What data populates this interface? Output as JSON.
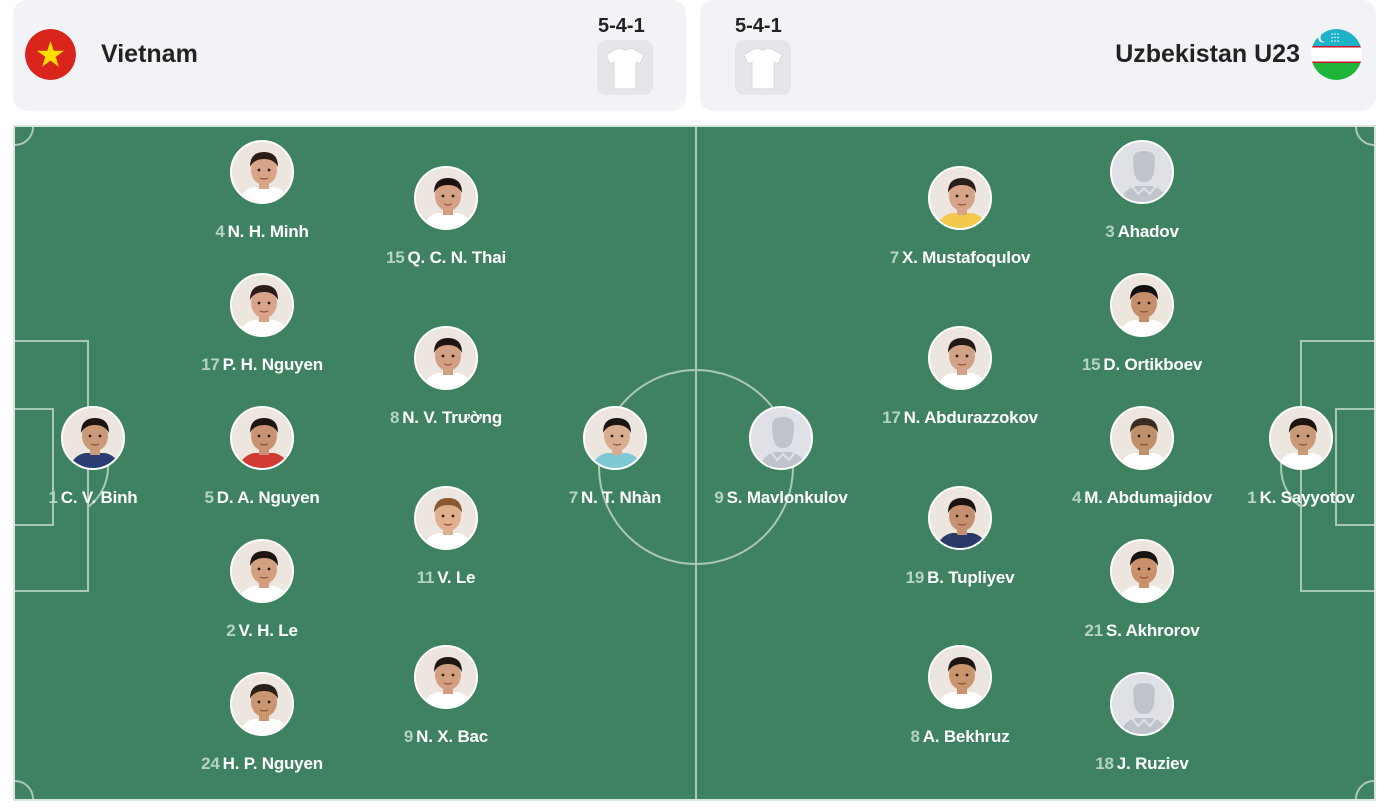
{
  "home": {
    "name": "Vietnam",
    "formation": "5-4-1",
    "flag": "vietnam-flag",
    "players": [
      {
        "number": "1",
        "name": "C. V. Binh",
        "photo": true,
        "skin": "#c99a78",
        "hair": "#1b1410",
        "shirt": "#2b3e73"
      },
      {
        "number": "4",
        "name": "N. H. Minh",
        "photo": true,
        "skin": "#d9a588",
        "hair": "#2a1c16",
        "shirt": "#ffffff"
      },
      {
        "number": "17",
        "name": "P. H. Nguyen",
        "photo": true,
        "skin": "#d9a58a",
        "hair": "#2a1c16",
        "shirt": "#ffffff"
      },
      {
        "number": "5",
        "name": "D. A. Nguyen",
        "photo": true,
        "skin": "#c99274",
        "hair": "#1d1510",
        "shirt": "#d23a34"
      },
      {
        "number": "2",
        "name": "V. H. Le",
        "photo": true,
        "skin": "#d2a080",
        "hair": "#1c1410",
        "shirt": "#ffffff"
      },
      {
        "number": "24",
        "name": "H. P. Nguyen",
        "photo": true,
        "skin": "#c9966f",
        "hair": "#2b2018",
        "shirt": "#ffffff"
      },
      {
        "number": "15",
        "name": "Q. C. N. Thai",
        "photo": true,
        "skin": "#d6a084",
        "hair": "#1a1210",
        "shirt": "#ffffff"
      },
      {
        "number": "8",
        "name": "N. V. Trường",
        "photo": true,
        "skin": "#d4a084",
        "hair": "#1a1310",
        "shirt": "#ffffff"
      },
      {
        "number": "11",
        "name": "V. Le",
        "photo": true,
        "skin": "#e0b08c",
        "hair": "#8a5a34",
        "shirt": "#ffffff"
      },
      {
        "number": "9",
        "name": "N. X. Bac",
        "photo": true,
        "skin": "#d2a080",
        "hair": "#1d1612",
        "shirt": "#ffffff"
      },
      {
        "number": "7",
        "name": "N. T. Nhàn",
        "photo": true,
        "skin": "#d9ad90",
        "hair": "#1a1412",
        "shirt": "#7fc9d6"
      }
    ]
  },
  "away": {
    "name": "Uzbekistan U23",
    "formation": "5-4-1",
    "flag": "uzbekistan-flag",
    "players": [
      {
        "number": "1",
        "name": "K. Sayyotov",
        "photo": true,
        "skin": "#c99a78",
        "hair": "#1b1410",
        "shirt": "#ffffff"
      },
      {
        "number": "3",
        "name": "Ahadov",
        "photo": false
      },
      {
        "number": "15",
        "name": "D. Ortikboev",
        "photo": true,
        "skin": "#c68f6c",
        "hair": "#121010",
        "shirt": "#ffffff"
      },
      {
        "number": "4",
        "name": "M. Abdumajidov",
        "photo": true,
        "skin": "#c0906a",
        "hair": "#3a2c22",
        "shirt": "#ffffff"
      },
      {
        "number": "21",
        "name": "S. Akhrorov",
        "photo": true,
        "skin": "#c9906c",
        "hair": "#161210",
        "shirt": "#ffffff"
      },
      {
        "number": "18",
        "name": "J. Ruziev",
        "photo": false
      },
      {
        "number": "7",
        "name": "X. Mustafoqulov",
        "photo": true,
        "skin": "#d6a488",
        "hair": "#2a1e18",
        "shirt": "#f2c94c"
      },
      {
        "number": "17",
        "name": "N. Abdurazzokov",
        "photo": true,
        "skin": "#d2a288",
        "hair": "#221a14",
        "shirt": "#ffffff"
      },
      {
        "number": "19",
        "name": "B. Tupliyev",
        "photo": true,
        "skin": "#c59070",
        "hair": "#1a1410",
        "shirt": "#2a3a68"
      },
      {
        "number": "8",
        "name": "A. Bekhruz",
        "photo": true,
        "skin": "#c9956f",
        "hair": "#1d1612",
        "shirt": "#ffffff"
      },
      {
        "number": "9",
        "name": "S. Mavlonkulov",
        "photo": false
      }
    ]
  },
  "colors": {
    "pitch": "#3f8261",
    "pitch_lines": "#a9c9b7",
    "card_bg": "#f2f3f6",
    "number": "#b5d3c3"
  }
}
